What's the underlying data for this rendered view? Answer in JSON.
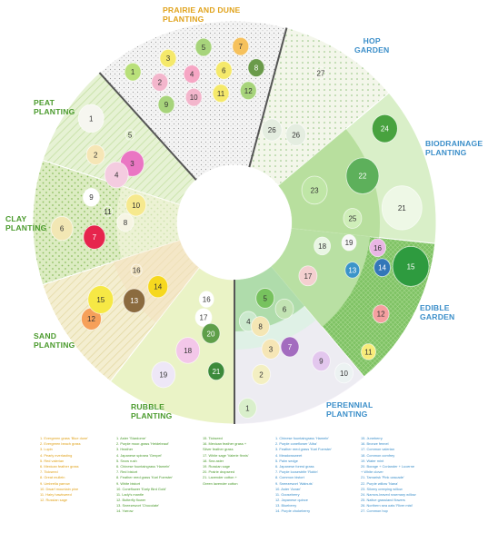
{
  "zones": [
    {
      "id": "prairie",
      "title": "PRAIRIE AND DUNE\nPLANTING",
      "color": "#e0a21a"
    },
    {
      "id": "hop",
      "title": "HOP\nGARDEN",
      "color": "#3a8ec9"
    },
    {
      "id": "biodrainage",
      "title": "BIODRAINAGE\nPLANTING",
      "color": "#3a8ec9"
    },
    {
      "id": "edible",
      "title": "EDIBLE\nGARDEN",
      "color": "#3a8ec9"
    },
    {
      "id": "perennial",
      "title": "PERENNIAL\nPLANTING",
      "color": "#3a8ec9"
    },
    {
      "id": "rubble",
      "title": "RUBBLE\nPLANTING",
      "color": "#4a9a2c"
    },
    {
      "id": "sand",
      "title": "SAND\nPLANTING",
      "color": "#4a9a2c"
    },
    {
      "id": "clay",
      "title": "CLAY\nPLANTING",
      "color": "#4a9a2c"
    },
    {
      "id": "peat",
      "title": "PEAT\nPLANTING",
      "color": "#4a9a2c"
    }
  ],
  "legend": [
    {
      "color": "#e0a21a",
      "items": [
        "1. Evergreen grass 'Blue dune'",
        "2. Evergreen beach grass",
        "3. Lupin",
        "4. Pearly everlasting",
        "5. Red valerian",
        "6. Mexican feather grass",
        "7. Tickseed",
        "8. Great mullein",
        "9. Umbrella yarrow",
        "10. Dwarf mountain pine",
        "11. Hairy hawkweed",
        "12. Russian sage"
      ]
    },
    {
      "color": "#4a9a2c",
      "items": [
        "1. Aster 'Stardome'",
        "2. Purple moor-grass 'Heidebraut'",
        "3. Heather",
        "4. Japanese spiraea 'Genpei'",
        "5. Snow rush",
        "6. Chinese fountaingrass 'Hameln'",
        "7. Red bistort",
        "8. Feather reed grass 'Karl Foerster'",
        "9. White bistort",
        "10. Coneflower 'Early Bird Gold'",
        "11. Lady's mantle",
        "12. Butterfly flower",
        "13. Sneezewort 'Chocolate'",
        "14. Yarrow"
      ]
    },
    {
      "color": "#4a9a2c",
      "items": [
        "15. Tickseed",
        "16. Mexican feather grass +",
        "     Silver feather grass",
        "17. White sage 'Valerie finnis'",
        "18. Sea aster",
        "19. Russian sage",
        "20. Prairie dropseed",
        "21. Lavender cotton +",
        "     Green lavender cotton"
      ]
    },
    {
      "color": "#3a8ec9",
      "items": [
        "1. Chinese fountaingrass 'Hameln'",
        "2. Purple coneflower 'Alba'",
        "3. Feather reed grass 'Karl Foerster'",
        "4. Meadowsweet",
        "5. Palm sedge",
        "6. Japanese forest grass",
        "7. Purple loosestrife 'Robin'",
        "8. Common bistort",
        "9. Sneezewort 'Walnuts'",
        "10. Aster 'Asran'",
        "11. Gooseberry",
        "12. Japanese quince",
        "13. Blueberry",
        "14. Purple chokeberry"
      ]
    },
    {
      "color": "#3a8ec9",
      "items": [
        "15. Juneberry",
        "16. Bronze fennel",
        "17. Common valerian",
        "18. Common comfrey",
        "19. Water mint",
        "20. Borage + Coriander + Lucerne",
        "     + White clover",
        "21. Tamarisk 'Pink cascade'",
        "22. Purple willow 'Nana'",
        "23. Silvery creeping willow",
        "24. Narrow-leaved rosemary willow",
        "25. Native grassland flowers",
        "26. Northern sea oats 'River mist'",
        "27. Common hop"
      ]
    }
  ],
  "labels": {
    "prairie": [
      "1",
      "2",
      "3",
      "4",
      "5",
      "6",
      "7",
      "8",
      "9",
      "10",
      "11",
      "12"
    ],
    "hop": [
      "26",
      "26",
      "27"
    ],
    "biodrainage": [
      "21",
      "22",
      "23",
      "24",
      "25"
    ],
    "edible": [
      "12",
      "13",
      "14",
      "15",
      "16",
      "17",
      "18",
      "19",
      "11"
    ],
    "perennial": [
      "1",
      "2",
      "3",
      "4",
      "5",
      "6",
      "7",
      "8",
      "9",
      "10"
    ],
    "rubble": [
      "16",
      "17",
      "18",
      "19",
      "20",
      "21"
    ],
    "sand": [
      "12",
      "13",
      "14",
      "15",
      "16"
    ],
    "clay": [
      "6",
      "7",
      "8",
      "9",
      "10",
      "11"
    ],
    "peat": [
      "1",
      "2",
      "3",
      "4",
      "5"
    ]
  }
}
